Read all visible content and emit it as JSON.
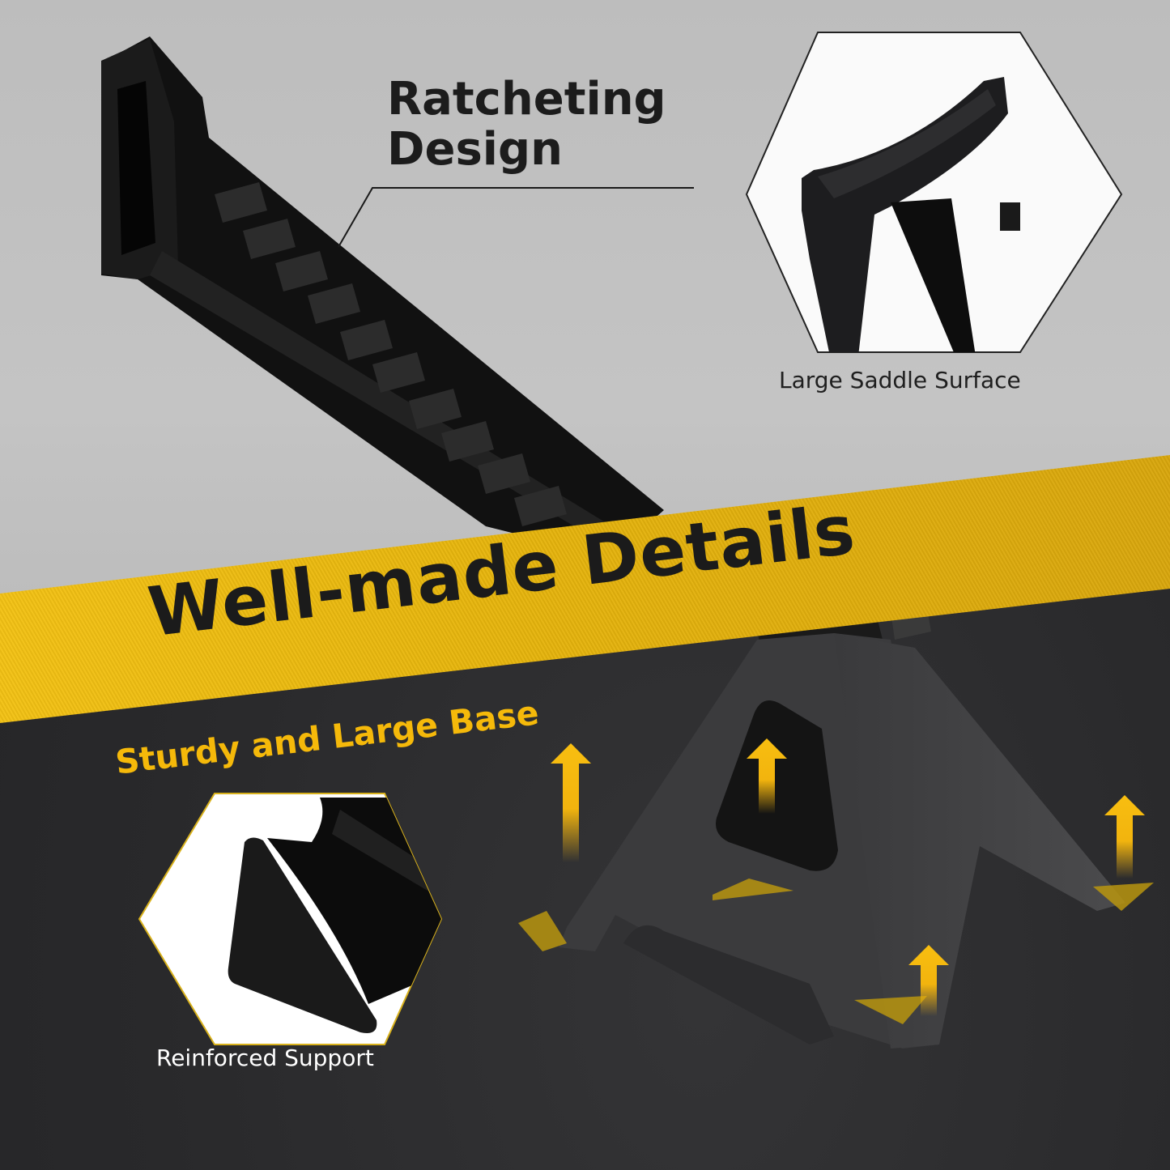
{
  "headline": "Well-made Details",
  "features": [
    {
      "title_line1": "Ratcheting",
      "title_line2": "Design"
    },
    {
      "caption": "Large Saddle Surface"
    },
    {
      "subtitle": "Sturdy and Large Base"
    },
    {
      "caption": "Reinforced Support"
    }
  ],
  "colors": {
    "accent_yellow": "#f3c214",
    "subtitle_yellow": "#f5b90a",
    "light_bg": "#c0c0c0",
    "dark_bg": "#2b2b2d",
    "text_dark": "#1c1c1c",
    "text_light": "#ffffff"
  },
  "icons": [
    "up-arrow-icon",
    "up-arrow-icon",
    "up-arrow-icon",
    "up-arrow-icon"
  ]
}
